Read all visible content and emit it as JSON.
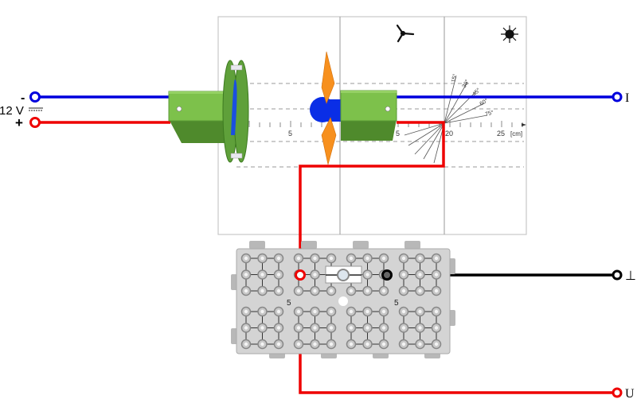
{
  "title": "Wind turbine generator experiment setup",
  "source": {
    "voltage_label": "12 V",
    "minus_label": "-",
    "plus_label": "+",
    "dc_symbol": "dc-symbol"
  },
  "terminals": {
    "current_label": "I",
    "ground_label": "⊥",
    "voltage_label": "U"
  },
  "board": {
    "icons": [
      "wind-rotor-icon",
      "lamp-sun-icon"
    ]
  },
  "ruler": {
    "unit_label": "[cm]",
    "ticks": [
      "5",
      "5",
      "20",
      "25"
    ]
  },
  "angle_scale": {
    "labels": [
      "15°",
      "30°",
      "45°",
      "60°",
      "75°"
    ]
  },
  "colors": {
    "wire_blue": "#0000dd",
    "wire_red": "#ee0000",
    "wire_black": "#000000",
    "motor_green": "#7dc14b",
    "rotor_orange": "#f7901e",
    "breadboard_gray": "#d4d4d4"
  }
}
